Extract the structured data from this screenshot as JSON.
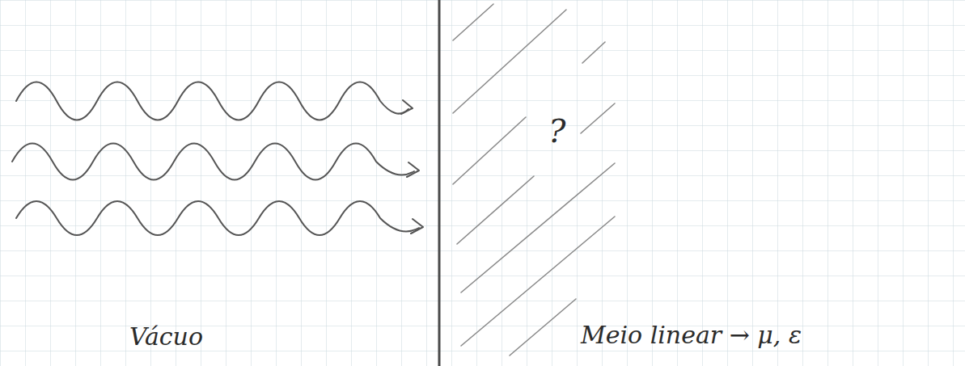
{
  "diagram": {
    "labels": [
      "Vácuo",
      "?",
      "Meio linear → μ, ε"
    ]
  }
}
